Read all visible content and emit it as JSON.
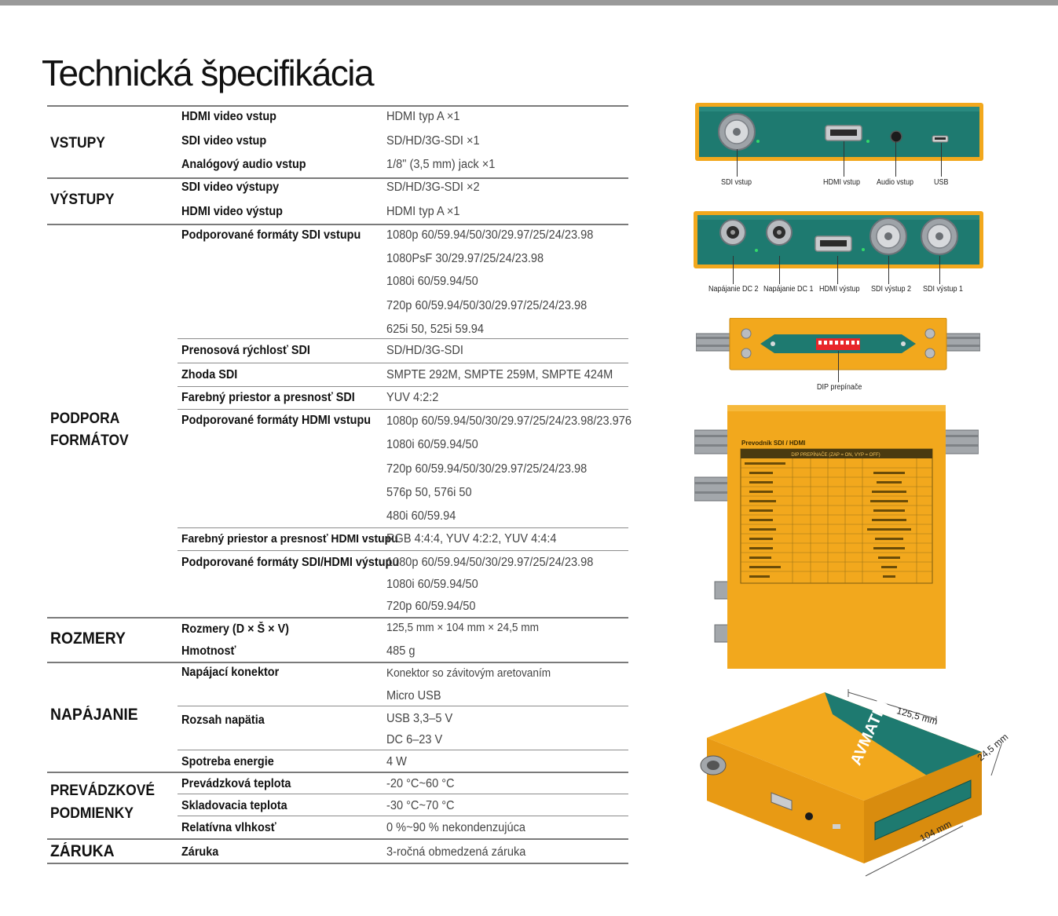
{
  "title": "Technická špecifikácia",
  "sections": {
    "vstupy": "VSTUPY",
    "vystupy": "VÝSTUPY",
    "podpora": [
      "PODPORA",
      "FORMÁTOV"
    ],
    "rozmery": "ROZMERY",
    "napajanie": "NAPÁJANIE",
    "prevadzkove": [
      "PREVÁDZKOVÉ",
      "PODMIENKY"
    ],
    "zaruka": "ZÁRUKA"
  },
  "rows": [
    {
      "label": "HDMI video vstup",
      "values": [
        "HDMI typ A ×1"
      ]
    },
    {
      "label": "SDI video vstup",
      "values": [
        "SD/HD/3G-SDI ×1"
      ]
    },
    {
      "label": "Analógový audio vstup",
      "values": [
        "1/8\" (3,5 mm) jack ×1"
      ]
    },
    {
      "label": "SDI video výstupy",
      "values": [
        "SD/HD/3G-SDI ×2"
      ]
    },
    {
      "label": "HDMI video výstup",
      "values": [
        "HDMI typ A ×1"
      ]
    },
    {
      "label": "Podporované formáty SDI vstupu",
      "values": [
        "1080p 60/59.94/50/30/29.97/25/24/23.98",
        "1080PsF 30/29.97/25/24/23.98",
        "1080i 60/59.94/50",
        "720p 60/59.94/50/30/29.97/25/24/23.98",
        "625i 50, 525i 59.94"
      ]
    },
    {
      "label": "Prenosová rýchlosť SDI",
      "values": [
        "SD/HD/3G-SDI"
      ]
    },
    {
      "label": "Zhoda SDI",
      "values": [
        "SMPTE 292M, SMPTE 259M, SMPTE 424M"
      ]
    },
    {
      "label": "Farebný priestor a presnosť SDI",
      "values": [
        "YUV 4:2:2"
      ]
    },
    {
      "label": "Podporované formáty HDMI vstupu",
      "values": [
        "1080p 60/59.94/50/30/29.97/25/24/23.98/23.976",
        "1080i 60/59.94/50",
        "720p 60/59.94/50/30/29.97/25/24/23.98",
        "576p 50, 576i 50",
        "480i 60/59.94"
      ]
    },
    {
      "label": "Farebný priestor a presnosť HDMI vstupu",
      "values": [
        "RGB 4:4:4, YUV 4:2:2, YUV 4:4:4"
      ]
    },
    {
      "label": "Podporované formáty SDI/HDMI výstupu",
      "values": [
        "1080p 60/59.94/50/30/29.97/25/24/23.98",
        "1080i 60/59.94/50",
        "720p 60/59.94/50"
      ]
    },
    {
      "label": "Rozmery (D × Š × V)",
      "values": [
        "125,5 mm × 104 mm × 24,5 mm"
      ]
    },
    {
      "label": "Hmotnosť",
      "values": [
        "485 g"
      ]
    },
    {
      "label": "Napájací konektor",
      "values": [
        "Konektor so závitovým aretovaním",
        "Micro USB"
      ]
    },
    {
      "label": "Rozsah napätia",
      "values": [
        "USB 3,3–5 V",
        "DC 6–23 V"
      ]
    },
    {
      "label": "Spotreba energie",
      "values": [
        "4 W"
      ]
    },
    {
      "label": "Prevádzková teplota",
      "values": [
        "-20 °C~60 °C"
      ]
    },
    {
      "label": "Skladovacia teplota",
      "values": [
        "-30 °C~70 °C"
      ]
    },
    {
      "label": "Relatívna vlhkosť",
      "values": [
        "0 %~90 % nekondenzujúca"
      ]
    },
    {
      "label": "Záruka",
      "values": [
        "3-ročná obmedzená záruka"
      ]
    }
  ],
  "captions": {
    "front": [
      "SDI vstup",
      "HDMI vstup",
      "Audio vstup",
      "USB"
    ],
    "back": [
      "Napájanie DC 2",
      "Napájanie DC 1",
      "HDMI výstup",
      "SDI výstup 2",
      "SDI výstup 1"
    ],
    "side": "DIP prepínače",
    "dims": [
      "125,5 mm",
      "24,5 mm",
      "104 mm"
    ]
  },
  "device": {
    "panel_title": "Prevodník SDI / HDMI",
    "table_title": "DIP PREPÍNAČE (ZAP = ON, VYP = OFF)",
    "brand": "AVMATRIX",
    "colors": {
      "teal": "#1e7a70",
      "orange": "#f2a81d",
      "steel": "#b9bcc0"
    }
  }
}
